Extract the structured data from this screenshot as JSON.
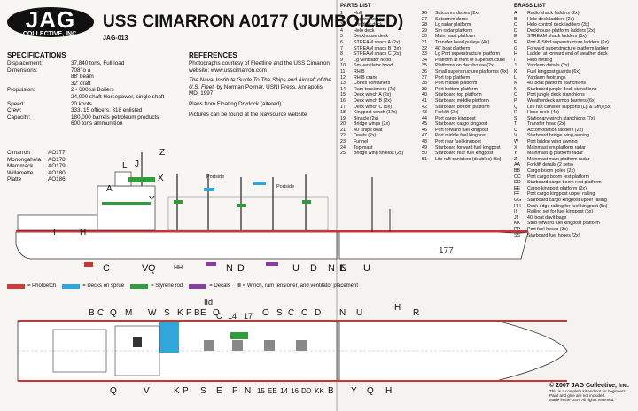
{
  "header": {
    "logo_text": "JAG",
    "logo_sub": "COLLECTIVE, INC.",
    "title": "USS CIMARRON A0177 (JUMBOIZED)",
    "kit_number": "JAG-013"
  },
  "specifications": {
    "heading": "SPECIFICATIONS",
    "rows": [
      {
        "k": "Displacement:",
        "v": "37,840 tons, Full load"
      },
      {
        "k": "Dimensions:",
        "v": "708' o a\n88' beam\n32' draft"
      },
      {
        "k": "Propulsion:",
        "v": "2 - 600psi Boilers\n24,000 shaft Horsepower, single shaft"
      },
      {
        "k": "Speed:",
        "v": "20 knots"
      },
      {
        "k": "Crew:",
        "v": "333, 15 officers, 318 enlisted"
      },
      {
        "k": "Capacity:",
        "v": "180,000 barrels petroleum products\n600 tons ammunition"
      }
    ]
  },
  "references": {
    "heading": "REFERENCES",
    "p1": "Photographs courtesy of Fleetline and the USS Cimarron website: www.usscimarron.com",
    "p2_italic": "The Naval Institute Guide To The Ships and Aircraft of the U.S. Fleet,",
    "p2_rest": " by Norman Polmar, USNI Press, Annapolis, MD, 1997",
    "p3": "Plans from Floating Drydock (altered)",
    "p4": "Pictures can be found at the Navsource website"
  },
  "sister_ships": [
    {
      "name": "Cimarron",
      "hull": "AO177"
    },
    {
      "name": "Monongahela",
      "hull": "AO178"
    },
    {
      "name": "Merrimack",
      "hull": "AO179"
    },
    {
      "name": "Willamette",
      "hull": "AO180"
    },
    {
      "name": "Platte",
      "hull": "AO186"
    }
  ],
  "legend": {
    "photoetch": "= Photoetch",
    "sprue": "= Decks on sprue",
    "styrene": "= Styrene rod",
    "decals": "= Decals",
    "winch_mark": "III",
    "winch": "= Winch, ram tensioner, and ventilator placement",
    "colors": {
      "photoetch": "#d23a3a",
      "sprue": "#2fa6dc",
      "styrene": "#2f9e3a",
      "decals": "#8a3fa0"
    }
  },
  "drawing_labels": {
    "portside": "Portside",
    "hull_number": "177",
    "profile_bottom": [
      "C",
      "V",
      "Q",
      "HH",
      "N",
      "D",
      "U",
      "D",
      "N",
      "E",
      "N",
      "U"
    ],
    "profile_top": [
      "L",
      "J",
      "Z",
      "X",
      "A",
      "Y",
      "I",
      "H"
    ],
    "plan_top": [
      "B",
      "C",
      "Q",
      "M",
      "W",
      "S",
      "K",
      "P",
      "B",
      "E",
      "O",
      "IId",
      "C",
      "14",
      "17",
      "O",
      "S",
      "C",
      "C",
      "D",
      "N",
      "U",
      "H",
      "R"
    ],
    "plan_bottom": [
      "Q",
      "V",
      "K",
      "P",
      "S",
      "E",
      "P",
      "N",
      "15",
      "EE",
      "14",
      "16",
      "DD",
      "KK",
      "B",
      "Y",
      "Q",
      "H"
    ]
  },
  "parts_list": {
    "heading": "PARTS LIST",
    "col1": [
      [
        "1",
        "Hull"
      ],
      [
        "2",
        "Superstructure"
      ],
      [
        "3",
        "Weather deck"
      ],
      [
        "4",
        "Helo deck"
      ],
      [
        "5",
        "Deckhouse deck"
      ],
      [
        "6",
        "STREAM shack A (2x)"
      ],
      [
        "7",
        "STREAM shack B (3x)"
      ],
      [
        "8",
        "STREAM shack C (2x)"
      ],
      [
        "9",
        "Lg ventilator hood"
      ],
      [
        "10",
        "Sm ventilator hood"
      ],
      [
        "11",
        "RHIB"
      ],
      [
        "12",
        "RHIB crane"
      ],
      [
        "13",
        "Conex containers"
      ],
      [
        "14",
        "Ram tensioners (7x)"
      ],
      [
        "15",
        "Deck winch A (2x)"
      ],
      [
        "16",
        "Deck winch B (2x)"
      ],
      [
        "17",
        "Deck winch C (5x)"
      ],
      [
        "18",
        "Kingpost winch (17x)"
      ],
      [
        "19",
        "Binacle (2x)"
      ],
      [
        "20",
        "Bridge wings (2x)"
      ],
      [
        "21",
        "40' ships boat"
      ],
      [
        "22",
        "Davits (2x)"
      ],
      [
        "23",
        "Funnel"
      ],
      [
        "24",
        "Top mast"
      ],
      [
        "25",
        "Bridge wing shields (2x)"
      ]
    ],
    "col2": [
      [
        "26",
        "Satcomm dishes (2x)"
      ],
      [
        "27",
        "Satcomm dome"
      ],
      [
        "28",
        "Lg radar platform"
      ],
      [
        "29",
        "Sm radar platform"
      ],
      [
        "30",
        "Main mast platform"
      ],
      [
        "31",
        "Transfer head pulleys (4x)"
      ],
      [
        "32",
        "40' boat platform"
      ],
      [
        "33",
        "Lg Port superstructure platform"
      ],
      [
        "34",
        "Platform at front of superstructure"
      ],
      [
        "35",
        "Platforms on deckhouse (2x)"
      ],
      [
        "36",
        "Small superstructure platforms (4x)"
      ],
      [
        "37",
        "Port top platform"
      ],
      [
        "38",
        "Port middle platform"
      ],
      [
        "39",
        "Port bottom platform"
      ],
      [
        "40",
        "Starboard top platform"
      ],
      [
        "41",
        "Starboard middle platform"
      ],
      [
        "42",
        "Starboard bottom platform"
      ],
      [
        "43",
        "Forklift (2x)"
      ],
      [
        "44",
        "Port cargo kingpost"
      ],
      [
        "45",
        "Starboard cargo kingpost"
      ],
      [
        "46",
        "Port forward fuel kingpost"
      ],
      [
        "47",
        "Port middle fuel kingpost"
      ],
      [
        "48",
        "Port rear fuel kingpost"
      ],
      [
        "49",
        "Starboard forward fuel kingpost"
      ],
      [
        "50",
        "Starboard rear fuel kingpost"
      ],
      [
        "51",
        "Life raft canisters (doubles) (5x)"
      ]
    ]
  },
  "brass_list": {
    "heading": "BRASS LIST",
    "items": [
      [
        "A",
        "Radio shack ladders (2x)"
      ],
      [
        "B",
        "Helo deck ladders (2x)"
      ],
      [
        "C",
        "Helo control deck ladders (3x)"
      ],
      [
        "D",
        "Deckhouse platform ladders (2x)"
      ],
      [
        "E",
        "STREAM shack ladders (5x)"
      ],
      [
        "F",
        "Port & Stbd superstructure ladders (6x)"
      ],
      [
        "G",
        "Forward superstructure platform ladder"
      ],
      [
        "H",
        "Ladder at forward end of weather deck"
      ],
      [
        "I",
        "Helo netting"
      ],
      [
        "J",
        "Yardarm details (2x)"
      ],
      [
        "K",
        "Fuel kingpost guards (6x)"
      ],
      [
        "L",
        "Yardarm footrungs"
      ],
      [
        "M",
        "40' boat platform stanchions"
      ],
      [
        "N",
        "Starboard jungle deck stanchions"
      ],
      [
        "O",
        "Port jungle deck stanchions"
      ],
      [
        "P",
        "Weatherdeck armco barriers (6x)"
      ],
      [
        "Q",
        "Life raft canister supports (Lg & Sm) (5x)"
      ],
      [
        "R",
        "Hose reels (4x)"
      ],
      [
        "S",
        "Stationary winch stanchions (7x)"
      ],
      [
        "T",
        "Transfer head (2x)"
      ],
      [
        "U",
        "Accomodation ladders (2x)"
      ],
      [
        "V",
        "Starboard bridge wing awning"
      ],
      [
        "W",
        "Port bridge wing awning"
      ],
      [
        "X",
        "Mainmast sm platform radar"
      ],
      [
        "Y",
        "Mainmast lg platform radar"
      ],
      [
        "Z",
        "Mainmast main platform radar"
      ],
      [
        "AA",
        "Forklift details (2 sets)"
      ],
      [
        "BB",
        "Cargo boom poles (2x)"
      ],
      [
        "CC",
        "Port cargo boom rest platform"
      ],
      [
        "DD",
        "Starboard cargo boom rest platform"
      ],
      [
        "EE",
        "Cargo kingpost platform (2x)"
      ],
      [
        "FF",
        "Port cargo kingpost upper railing"
      ],
      [
        "GG",
        "Starboard cargo kingpost upper railing"
      ],
      [
        "HH",
        "Deck edge railing for fuel kingpost (5x)"
      ],
      [
        "II",
        "Railing set for fuel kingpost (5x)"
      ],
      [
        "JJ",
        "40' boat davit bags"
      ],
      [
        "KK",
        "Stbd forward fuel kingpost platform"
      ],
      [
        "PP",
        "Port fuel hoses (3x)"
      ],
      [
        "SS",
        "Starboard fuel hoses (2x)"
      ]
    ]
  },
  "copyright": {
    "line1": "© 2007 JAG Collective, Inc.",
    "line2": "This is a complete kit and not for beginners.",
    "line3": "Paint and glue are not included.",
    "line4": "Made in the USA. All rights reserved."
  }
}
